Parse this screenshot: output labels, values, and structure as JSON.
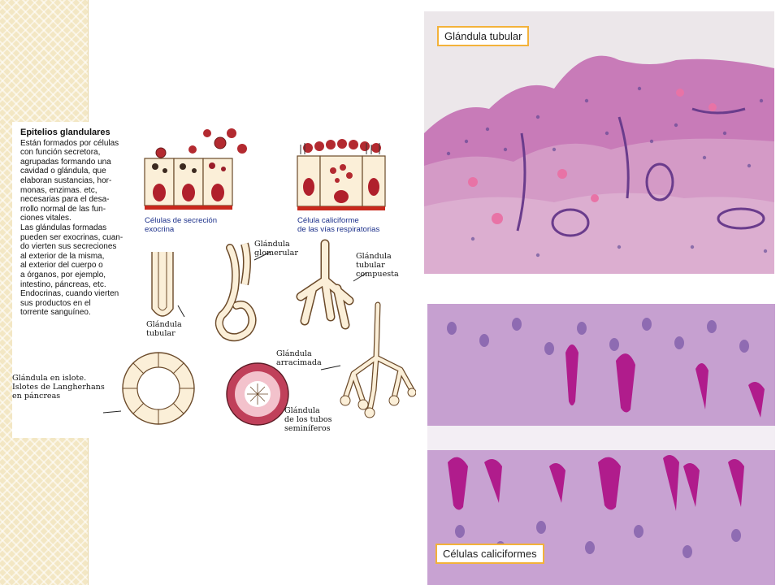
{
  "slide": {
    "accent": "#f3b23a",
    "strip_color": "#f3e7c4"
  },
  "figure": {
    "intro_title": "Epitelios glandulares",
    "intro_lines": [
      "Están formados por células",
      "con función secretora,",
      "agrupadas formando una",
      "cavidad o glándula, que",
      "elaboran sustancias, hor-",
      "monas, enzimas. etc,",
      "necesarias para el desa-",
      "rrollo normal de las fun-",
      "ciones vitales.",
      "Las glándulas formadas",
      "pueden ser exocrinas, cuan-",
      "do vierten sus secreciones",
      "al exterior de la misma,",
      "al exterior del cuerpo o",
      "a órganos, por ejemplo,",
      "intestino, páncreas, etc.",
      "Endocrinas, cuando vierten",
      "sus productos en el",
      "torrente sanguíneo."
    ],
    "cap_exocrine": [
      "Células de secreción",
      "exocrina"
    ],
    "cap_goblet": [
      "Célula caliciforme",
      "de las vías respiratorias"
    ],
    "lbl_tubular": [
      "Glándula",
      "tubular"
    ],
    "lbl_glomerular": [
      "Glándula",
      "glomerular"
    ],
    "lbl_compound": [
      "Glándula",
      "tubular",
      "compuesta"
    ],
    "lbl_acinar": [
      "Glándula",
      "arracimada"
    ],
    "lbl_islet": [
      "Glándula en islote.",
      "Islotes de Langherhans",
      "en páncreas"
    ],
    "lbl_seminiferous": [
      "Glándula",
      "de los tubos",
      "seminíferos"
    ]
  },
  "photos": {
    "top_label": "Glándula tubular",
    "bottom_label": "Células caliciformes"
  }
}
